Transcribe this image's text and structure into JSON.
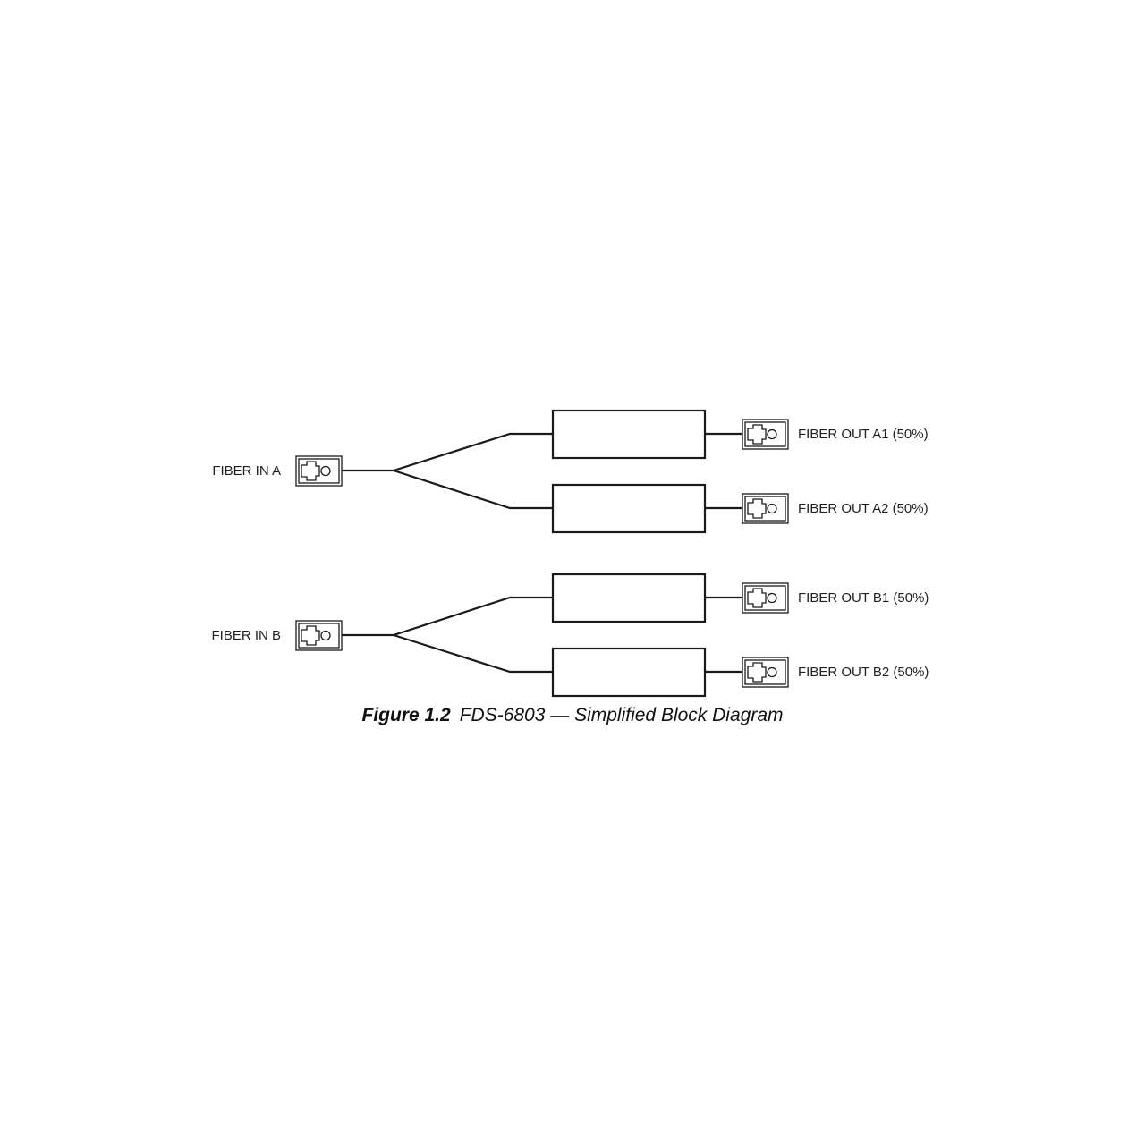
{
  "diagram": {
    "inputs": {
      "a": "FIBER IN A",
      "b": "FIBER IN B"
    },
    "outputs": {
      "a1": "FIBER OUT A1 (50%)",
      "a2": "FIBER OUT A2 (50%)",
      "b1": "FIBER OUT B1 (50%)",
      "b2": "FIBER OUT B2 (50%)"
    }
  },
  "caption": {
    "figure": "Figure 1.2",
    "text": "FDS-6803 — Simplified Block Diagram"
  }
}
